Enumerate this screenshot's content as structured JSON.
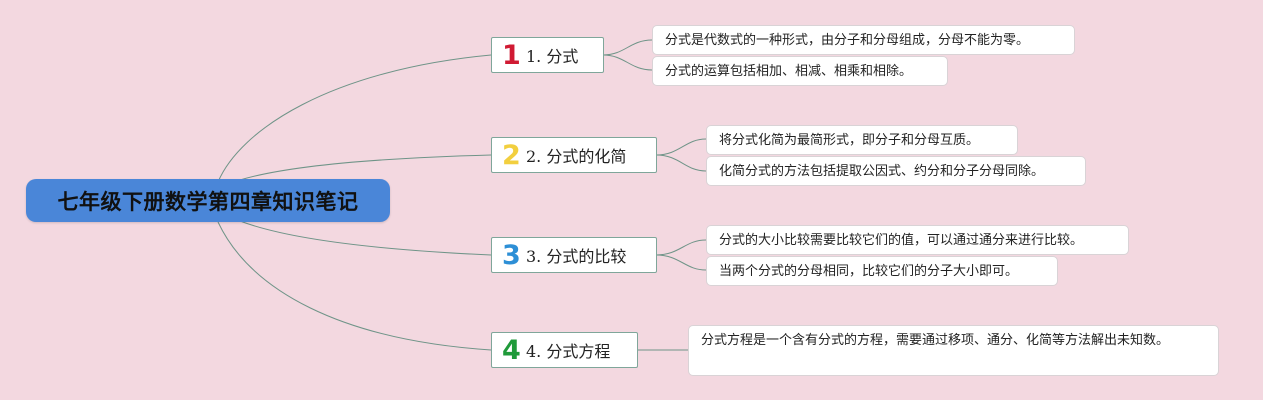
{
  "root": {
    "label": "七年级下册数学第四章知识笔记"
  },
  "branches": [
    {
      "number": "1",
      "number_color": "#d01a33",
      "label": "1. 分式",
      "leaves": [
        "分式是代数式的一种形式，由分子和分母组成，分母不能为零。",
        "分式的运算包括相加、相减、相乘和相除。"
      ]
    },
    {
      "number": "2",
      "number_color": "#f2cf3f",
      "label": "2. 分式的化简",
      "leaves": [
        "将分式化简为最简形式，即分子和分母互质。",
        "化简分式的方法包括提取公因式、约分和分子分母同除。"
      ]
    },
    {
      "number": "3",
      "number_color": "#2d8fd6",
      "label": "3. 分式的比较",
      "leaves": [
        "分式的大小比较需要比较它们的值，可以通过通分来进行比较。",
        "当两个分式的分母相同，比较它们的分子大小即可。"
      ]
    },
    {
      "number": "4",
      "number_color": "#1f9a3a",
      "label": "4. 分式方程",
      "leaves": [
        "分式方程是一个含有分式的方程，需要通过移项、通分、化简等方法解出未知数。"
      ]
    }
  ],
  "colors": {
    "background": "#f3d8e0",
    "root_fill": "#4a86d8",
    "connector": "#6f9488"
  }
}
